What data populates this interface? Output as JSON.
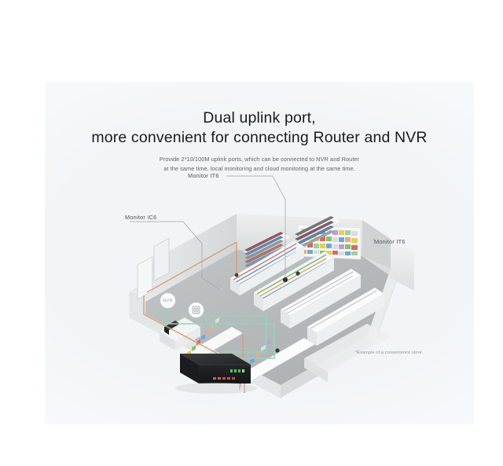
{
  "page": {
    "background_color": "#ffffff",
    "panel_color": "#f2f5f7"
  },
  "headline": {
    "title_line1": "Dual uplink port,",
    "title_line2": "more convenient for connecting Router and NVR",
    "subtitle_line1": "Provide 2*10/100M uplink ports, which can be connected to NVR and Router",
    "subtitle_line2": "at the same time, local monitoring and cloud monitoring at the same time."
  },
  "callouts": [
    {
      "id": "top",
      "label": "Monitor IT6"
    },
    {
      "id": "left",
      "label": "Monitor IC6"
    },
    {
      "id": "right",
      "label": "Monitor IT6"
    }
  ],
  "devices": {
    "nvr_badge_label": "NVR",
    "router_badge_icon": "router-icon",
    "switch_label": "network-switch"
  },
  "footnote": "*Example of a convenience store",
  "colors": {
    "title_text": "#1b1b1d",
    "subtitle_text": "#5d6468",
    "callout_text": "#4c5357",
    "footnote_text": "#8d9398",
    "cable_uplink_green": "#8fd6bd",
    "cable_camera_orange": "#d99a72",
    "floor": "#b9bcbd",
    "wall": "#dfe3e4",
    "switch_body": "#232527"
  }
}
